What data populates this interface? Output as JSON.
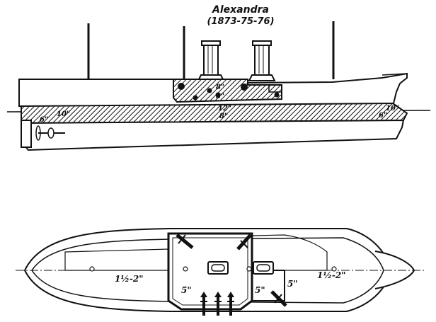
{
  "title": {
    "name": "Alexandra",
    "years": "(1873-75-76)"
  },
  "profile_labels": {
    "belt_fore": "10\"",
    "belt_aft": "10\"",
    "belt_fore_lower": "6\"",
    "belt_aft_lower": "6\"",
    "battery_top": "8\"",
    "battery_mid": "8\"",
    "battery_belt": "12\"",
    "battery_lower": "8\""
  },
  "plan_labels": {
    "deck_fore": "1½-2\"",
    "deck_aft": "1½-2\"",
    "battery_left": "5\"",
    "battery_right": "5\"",
    "bulkhead_aft": "5\""
  },
  "colors": {
    "ink": "#111111",
    "paper": "#ffffff"
  }
}
